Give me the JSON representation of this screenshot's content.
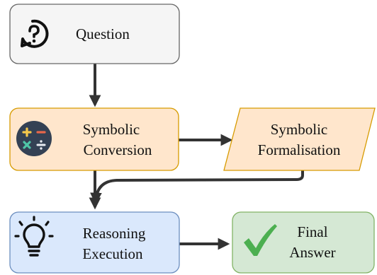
{
  "nodes": {
    "question": {
      "label": "Question",
      "icon": "question-bubble-icon",
      "fill": "#f5f5f5",
      "stroke": "#666666"
    },
    "symbolic_conversion": {
      "line1": "Symbolic",
      "line2": "Conversion",
      "icon": "calculator-icon",
      "fill": "#ffe6cc",
      "stroke": "#d79b00"
    },
    "symbolic_formalisation": {
      "line1": "Symbolic",
      "line2": "Formalisation",
      "fill": "#ffe6cc",
      "stroke": "#d79b00"
    },
    "reasoning_execution": {
      "line1": "Reasoning",
      "line2": "Execution",
      "icon": "lightbulb-icon",
      "fill": "#dae8fc",
      "stroke": "#6c8ebf"
    },
    "final_answer": {
      "line1": "Final",
      "line2": "Answer",
      "icon": "checkmark-icon",
      "fill": "#d5e8d4",
      "stroke": "#82b366"
    }
  },
  "edges": [
    {
      "from": "question",
      "to": "symbolic_conversion"
    },
    {
      "from": "symbolic_conversion",
      "to": "symbolic_formalisation"
    },
    {
      "from": "symbolic_conversion",
      "to": "reasoning_execution"
    },
    {
      "from": "symbolic_formalisation",
      "to": "reasoning_execution"
    },
    {
      "from": "reasoning_execution",
      "to": "final_answer"
    }
  ]
}
